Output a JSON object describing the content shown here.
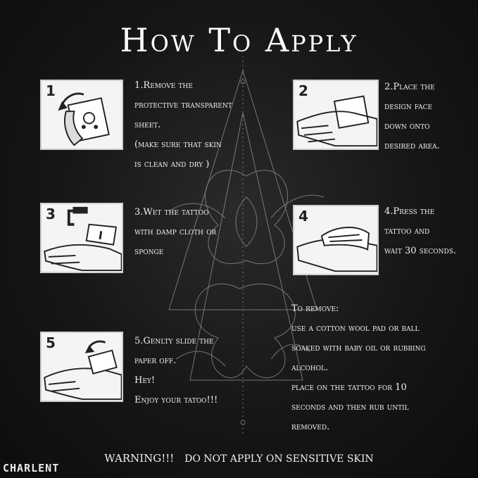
{
  "title": "How To Apply",
  "steps": [
    {
      "number": "1",
      "lines": [
        "1.Remove the",
        "protective transparent",
        "sheet.",
        "(make sure that skin",
        " is clean and dry )"
      ]
    },
    {
      "number": "2",
      "lines": [
        "2.Place the",
        "design face",
        "down onto",
        "desired area."
      ]
    },
    {
      "number": "3",
      "lines": [
        "3.Wet the tattoo",
        " with damp cloth or",
        "sponge"
      ]
    },
    {
      "number": "4",
      "lines": [
        "4.Press the",
        "tattoo and",
        "wait 30 seconds."
      ]
    },
    {
      "number": "5",
      "lines": [
        "5.Genlty slide the",
        " paper off.",
        "Hey!",
        "Enjoy your tatoo!!!"
      ]
    }
  ],
  "remove": {
    "heading": "To remove:",
    "lines": [
      "use a cotton wool pad or ball",
      "soaked with baby oil or rubbing",
      "alcohol.",
      "place on the tattoo for 10",
      "seconds and then rub until",
      "removed."
    ]
  },
  "warning": {
    "label": "WARNING!!!",
    "text": "DO NOT APPLY ON SENSITIVE SKIN"
  },
  "brand": "CHARLENT",
  "colors": {
    "background": "#141414",
    "text": "#f0f0f0",
    "panel": "#f4f4f4"
  }
}
